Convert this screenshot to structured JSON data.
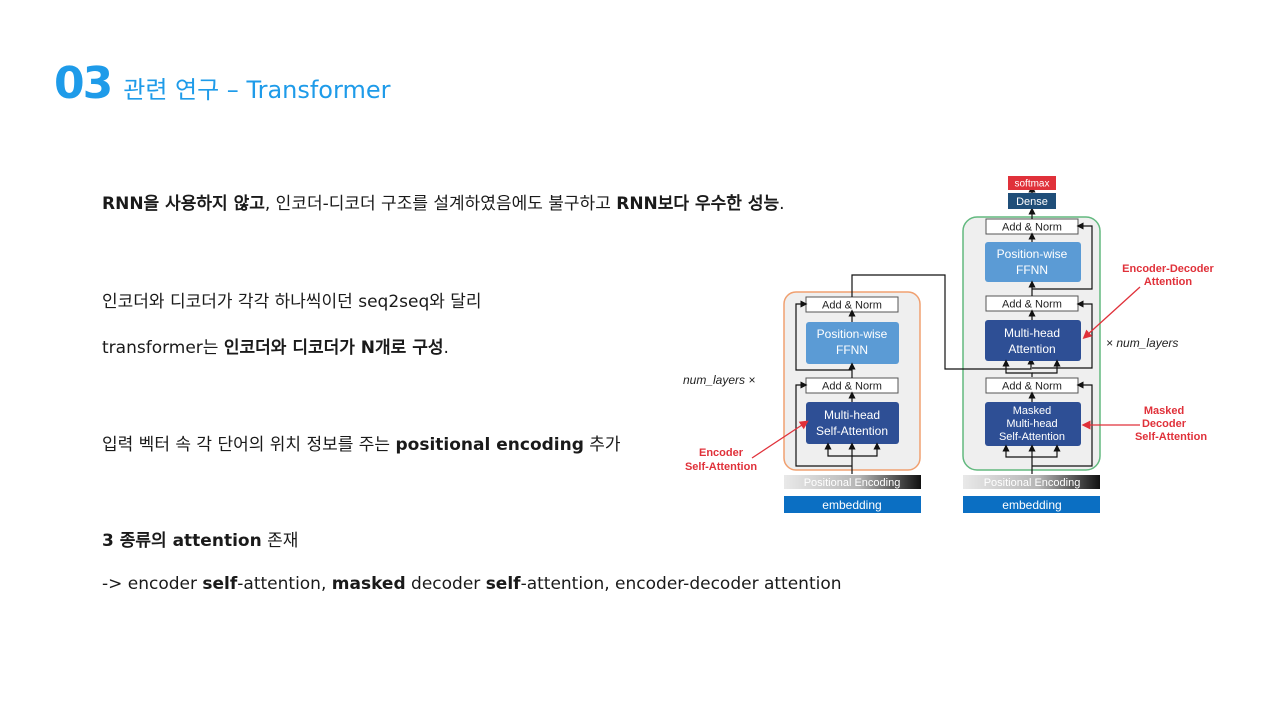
{
  "header": {
    "number": "03",
    "title": "관련 연구 – Transformer"
  },
  "content": {
    "line1": [
      {
        "t": "RNN을 사용하지 않고",
        "b": true
      },
      {
        "t": ", 인코더-디코더 구조를 설계하였음에도 불구하고 ",
        "b": false
      },
      {
        "t": "RNN보다 우수한 성능",
        "b": true
      },
      {
        "t": ".",
        "b": false
      }
    ],
    "line2": [
      {
        "t": "인코더와 디코더가 각각 하나씩이던 seq2seq와 달리",
        "b": false
      }
    ],
    "line3": [
      {
        "t": "transformer는 ",
        "b": false
      },
      {
        "t": "인코더와 디코더가 N개로 구성",
        "b": true
      },
      {
        "t": ".",
        "b": false
      }
    ],
    "line4": [
      {
        "t": "입력 벡터 속 각 단어의 위치 정보를 주는 ",
        "b": false
      },
      {
        "t": "positional encoding",
        "b": true
      },
      {
        "t": " 추가",
        "b": false
      }
    ],
    "line5": [
      {
        "t": "3 종류의 attention",
        "b": true
      },
      {
        "t": " 존재",
        "b": false
      }
    ],
    "line6": [
      {
        "t": "-> encoder ",
        "b": false
      },
      {
        "t": "self",
        "b": true
      },
      {
        "t": "-attention, ",
        "b": false
      },
      {
        "t": "masked",
        "b": true
      },
      {
        "t": " decoder ",
        "b": false
      },
      {
        "t": "self",
        "b": true
      },
      {
        "t": "-attention, encoder-decoder attention",
        "b": false
      }
    ]
  },
  "diagram": {
    "softmax": "softmax",
    "dense": "Dense",
    "add_norm": "Add & Norm",
    "ffn_line1": "Position-wise",
    "ffn_line2": "FFNN",
    "mha_line1": "Multi-head",
    "mha_line2": "Attention",
    "self_attn_line1": "Multi-head",
    "self_attn_line2": "Self-Attention",
    "masked_line1": "Masked",
    "masked_line2": "Multi-head",
    "masked_line3": "Self-Attention",
    "pos_enc": "Positional Encoding",
    "embedding": "embedding",
    "num_layers_left": "num_layers ×",
    "num_layers_right": "× num_layers",
    "label_enc_dec_1": "Encoder-Decoder",
    "label_enc_dec_2": "Attention",
    "label_masked_1": "Masked",
    "label_masked_2": "Decoder",
    "label_masked_3": "Self-Attention",
    "label_enc_1": "Encoder",
    "label_enc_2": "Self-Attention",
    "colors": {
      "title_blue": "#1e9be9",
      "dark_block": "#2e4f95",
      "light_block": "#5b9bd5",
      "embedding": "#0b6fc3",
      "softmax": "#e0313a",
      "dense": "#1f4e79",
      "encoder_border": "#f0a070",
      "decoder_border": "#62b97f",
      "annotation_red": "#e0313a"
    }
  }
}
